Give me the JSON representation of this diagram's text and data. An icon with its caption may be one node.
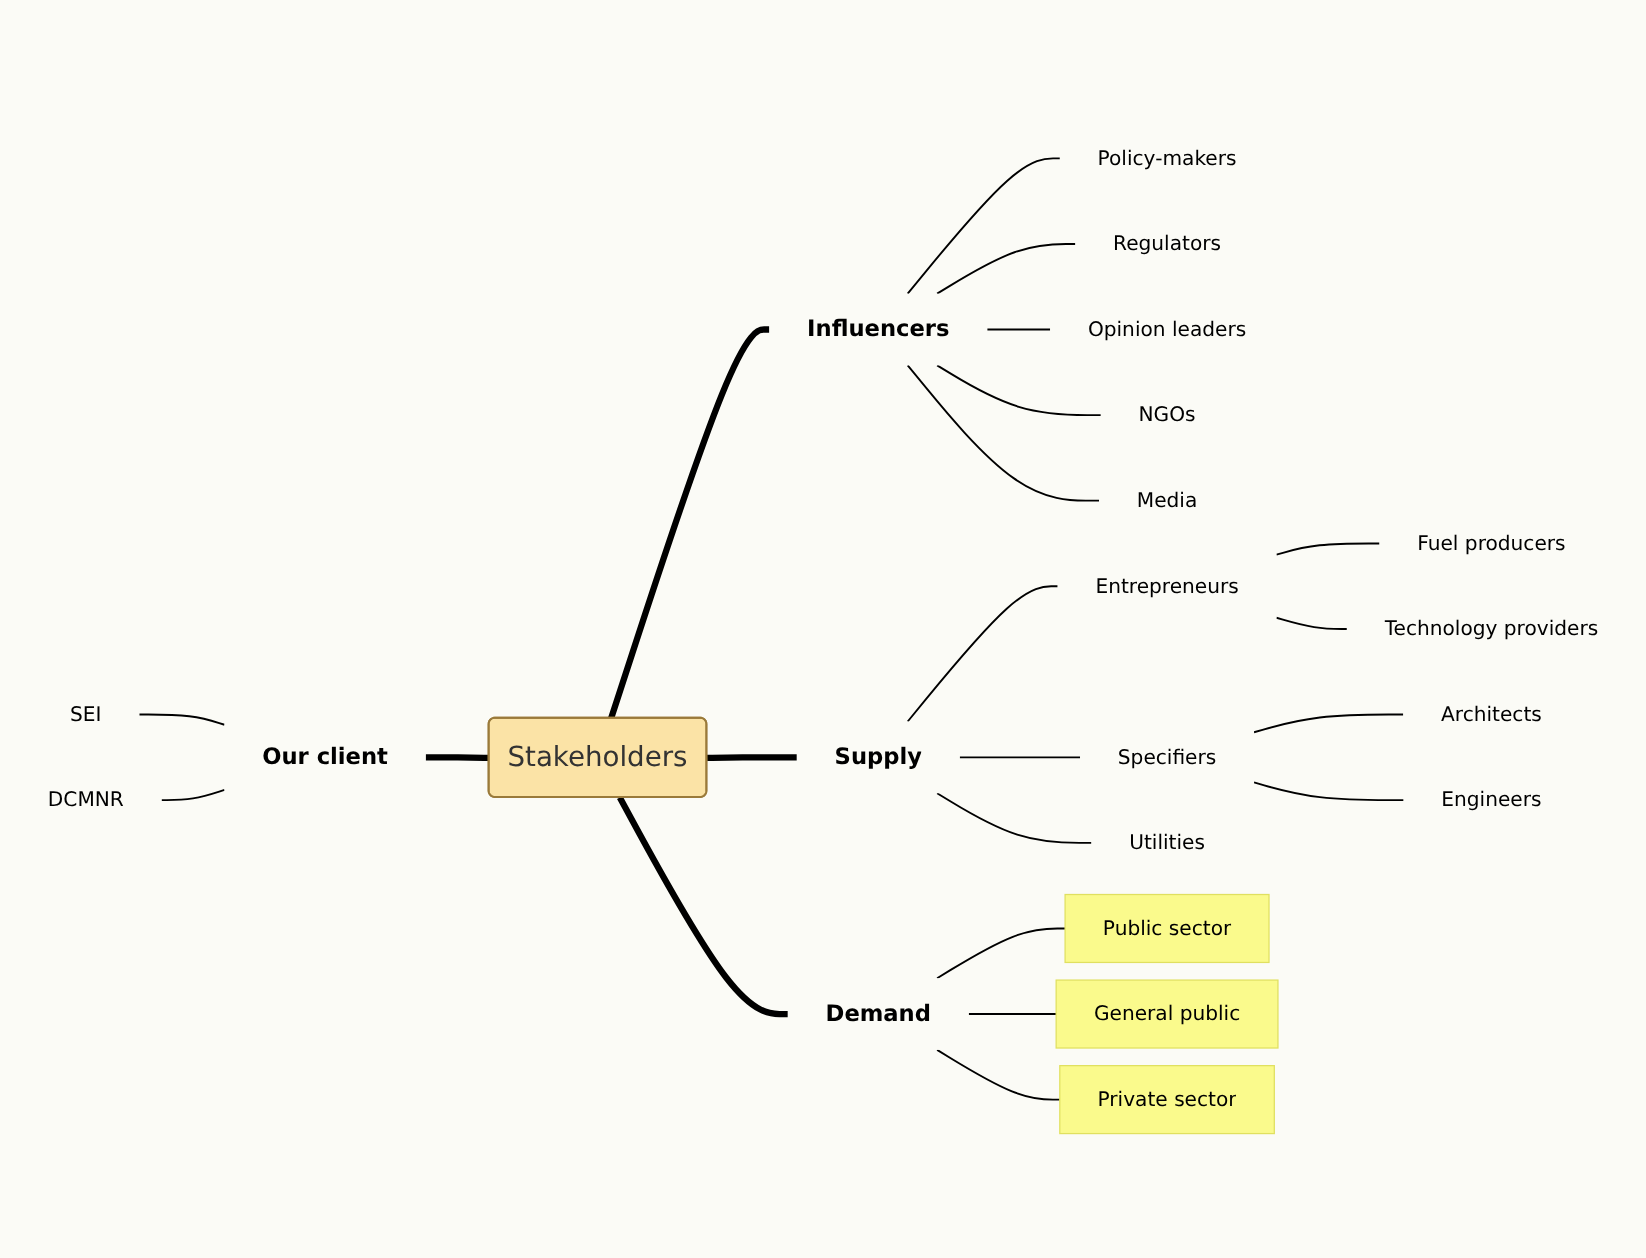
{
  "diagram": {
    "nodes": [
      {
        "text": [
          "Stakeholders"
        ]
      },
      {
        "text": [
          "Influencers"
        ]
      },
      {
        "text": [
          "Policy-makers"
        ]
      },
      {
        "text": [
          "Regulators"
        ]
      },
      {
        "text": [
          "Opinion leaders"
        ]
      },
      {
        "text": [
          "NGOs"
        ]
      },
      {
        "text": [
          "Media"
        ]
      },
      {
        "text": [
          "Supply"
        ]
      },
      {
        "text": [
          "Entrepreneurs"
        ]
      },
      {
        "text": [
          "Fuel producers"
        ]
      },
      {
        "text": [
          "Technology providers"
        ]
      },
      {
        "text": [
          "Specifiers"
        ]
      },
      {
        "text": [
          "Architects"
        ]
      },
      {
        "text": [
          "Engineers"
        ]
      },
      {
        "text": [
          "Utilities"
        ]
      },
      {
        "text": [
          "Our client"
        ]
      },
      {
        "text": [
          "SEI"
        ]
      },
      {
        "text": [
          "DCMNR"
        ]
      },
      {
        "text": [
          "Demand"
        ]
      },
      {
        "text": [
          "Public sector"
        ]
      },
      {
        "text": [
          "General public"
        ]
      },
      {
        "text": [
          "Private sector"
        ]
      }
    ],
    "edges": [
      {
        "from": 0,
        "to": 1,
        "arrow": "none",
        "style": "thick"
      },
      {
        "from": 1,
        "to": 2,
        "arrow": "none"
      },
      {
        "from": 1,
        "to": 3,
        "arrow": "none"
      },
      {
        "from": 1,
        "to": 4,
        "arrow": "none"
      },
      {
        "from": 1,
        "to": 5,
        "arrow": "none"
      },
      {
        "from": 1,
        "to": 6,
        "arrow": "none"
      },
      {
        "from": 0,
        "to": 7,
        "arrow": "none",
        "style": "thick"
      },
      {
        "from": 7,
        "to": 8,
        "arrow": "none"
      },
      {
        "from": 8,
        "to": 9,
        "arrow": "none"
      },
      {
        "from": 8,
        "to": 10,
        "arrow": "none"
      },
      {
        "from": 7,
        "to": 11,
        "arrow": "none"
      },
      {
        "from": 11,
        "to": 12,
        "arrow": "none"
      },
      {
        "from": 11,
        "to": 13,
        "arrow": "none"
      },
      {
        "from": 7,
        "to": 14,
        "arrow": "none"
      },
      {
        "from": 16,
        "to": 15,
        "arrow": "none"
      },
      {
        "from": 17,
        "to": 15,
        "arrow": "none"
      },
      {
        "from": 15,
        "to": 0,
        "arrow": "none",
        "style": "thick"
      },
      {
        "from": 0,
        "to": 18,
        "arrow": "none",
        "style": "thick"
      },
      {
        "from": 18,
        "to": 19,
        "arrow": "none"
      },
      {
        "from": 18,
        "to": 20,
        "arrow": "none"
      },
      {
        "from": 18,
        "to": 21,
        "arrow": "none"
      }
    ]
  }
}
